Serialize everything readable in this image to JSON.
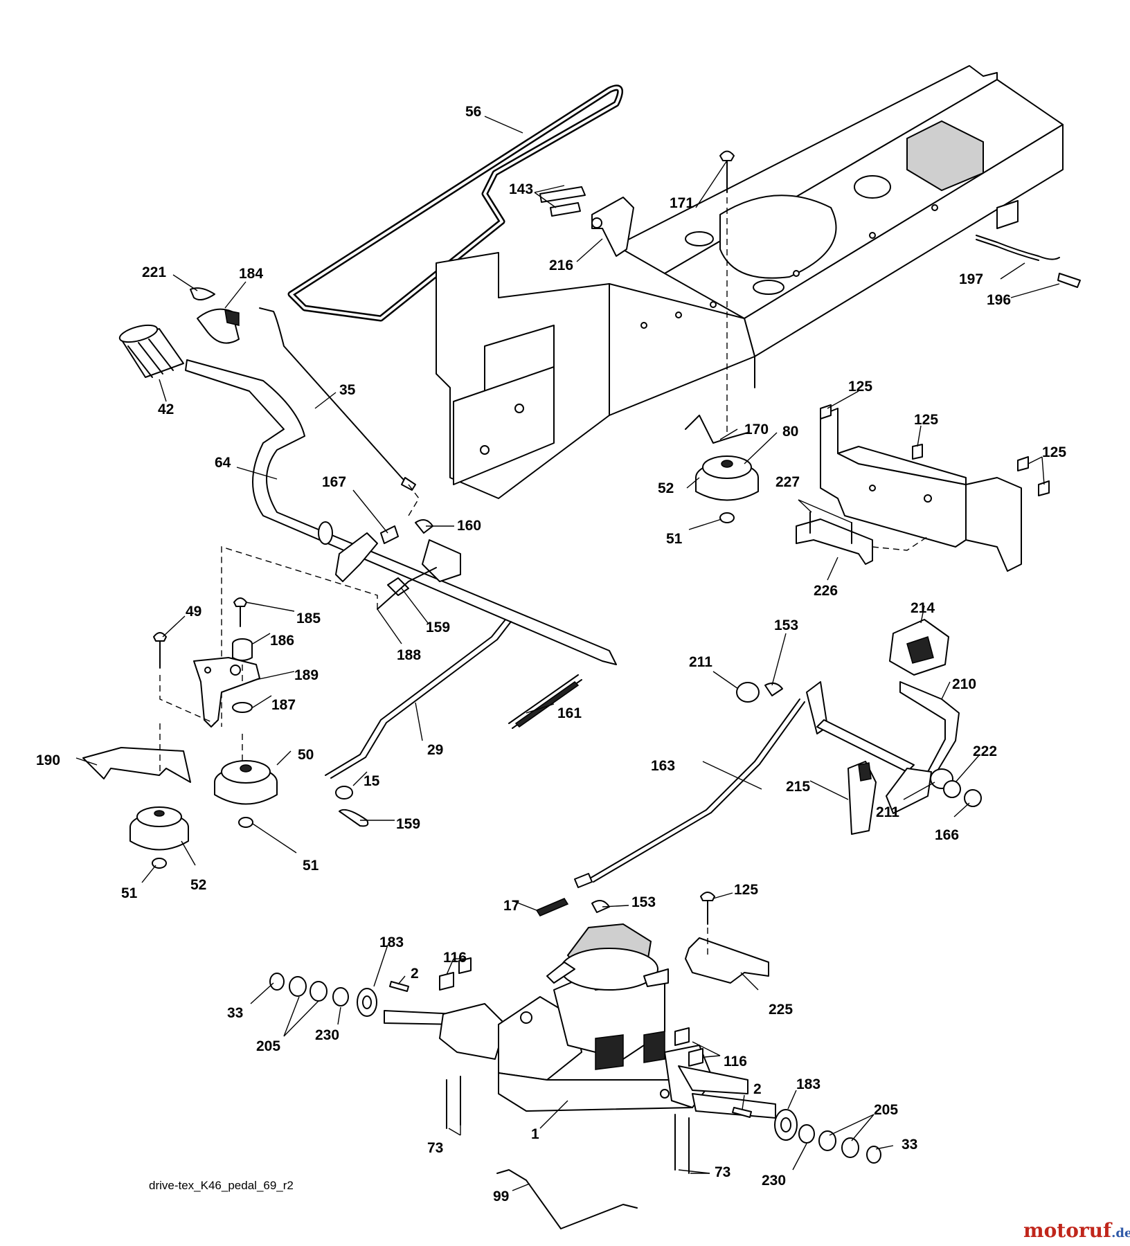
{
  "diagram": {
    "caption": "drive-tex_K46_pedal_69_r2",
    "watermark": {
      "name": "motoruf",
      "suffix": ".de",
      "accent": "#c0261b",
      "suffix_color": "#2f5aa8"
    },
    "labels": [
      "56",
      "143",
      "171",
      "216",
      "221",
      "184",
      "197",
      "196",
      "42",
      "35",
      "64",
      "167",
      "160",
      "170",
      "125",
      "80",
      "125",
      "125",
      "227",
      "52",
      "51",
      "226",
      "49",
      "185",
      "186",
      "189",
      "187",
      "188",
      "159",
      "153",
      "214",
      "211",
      "210",
      "161",
      "29",
      "50",
      "190",
      "15",
      "159",
      "51",
      "51",
      "52",
      "163",
      "215",
      "222",
      "211",
      "166",
      "125",
      "17",
      "153",
      "183",
      "116",
      "2",
      "33",
      "205",
      "230",
      "225",
      "116",
      "2",
      "183",
      "205",
      "33",
      "1",
      "73",
      "230",
      "73",
      "99"
    ]
  }
}
